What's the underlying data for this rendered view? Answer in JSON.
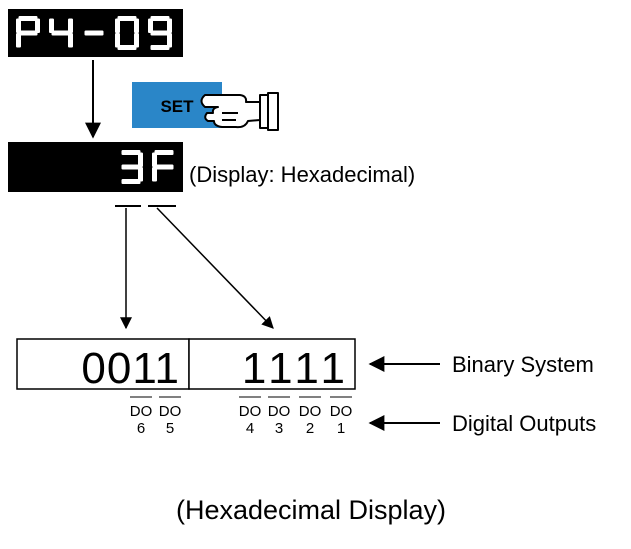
{
  "top_display": {
    "text": "P4-09",
    "background": "#000000",
    "digit_color": "#ffffff"
  },
  "set_button": {
    "label": "SET",
    "color": "#2a86c8",
    "text_color": "#000000",
    "icon": "pointing-hand-icon"
  },
  "value_display": {
    "text": "3F",
    "caption": "(Display: Hexadecimal)"
  },
  "binary": {
    "high_nibble": "0011",
    "low_nibble": "1111",
    "label": "Binary System"
  },
  "outputs": {
    "high": [
      {
        "top": "DO",
        "bottom": "6"
      },
      {
        "top": "DO",
        "bottom": "5"
      }
    ],
    "low": [
      {
        "top": "DO",
        "bottom": "4"
      },
      {
        "top": "DO",
        "bottom": "3"
      },
      {
        "top": "DO",
        "bottom": "2"
      },
      {
        "top": "DO",
        "bottom": "1"
      }
    ],
    "label": "Digital Outputs"
  },
  "footer": {
    "caption": "(Hexadecimal Display)"
  }
}
